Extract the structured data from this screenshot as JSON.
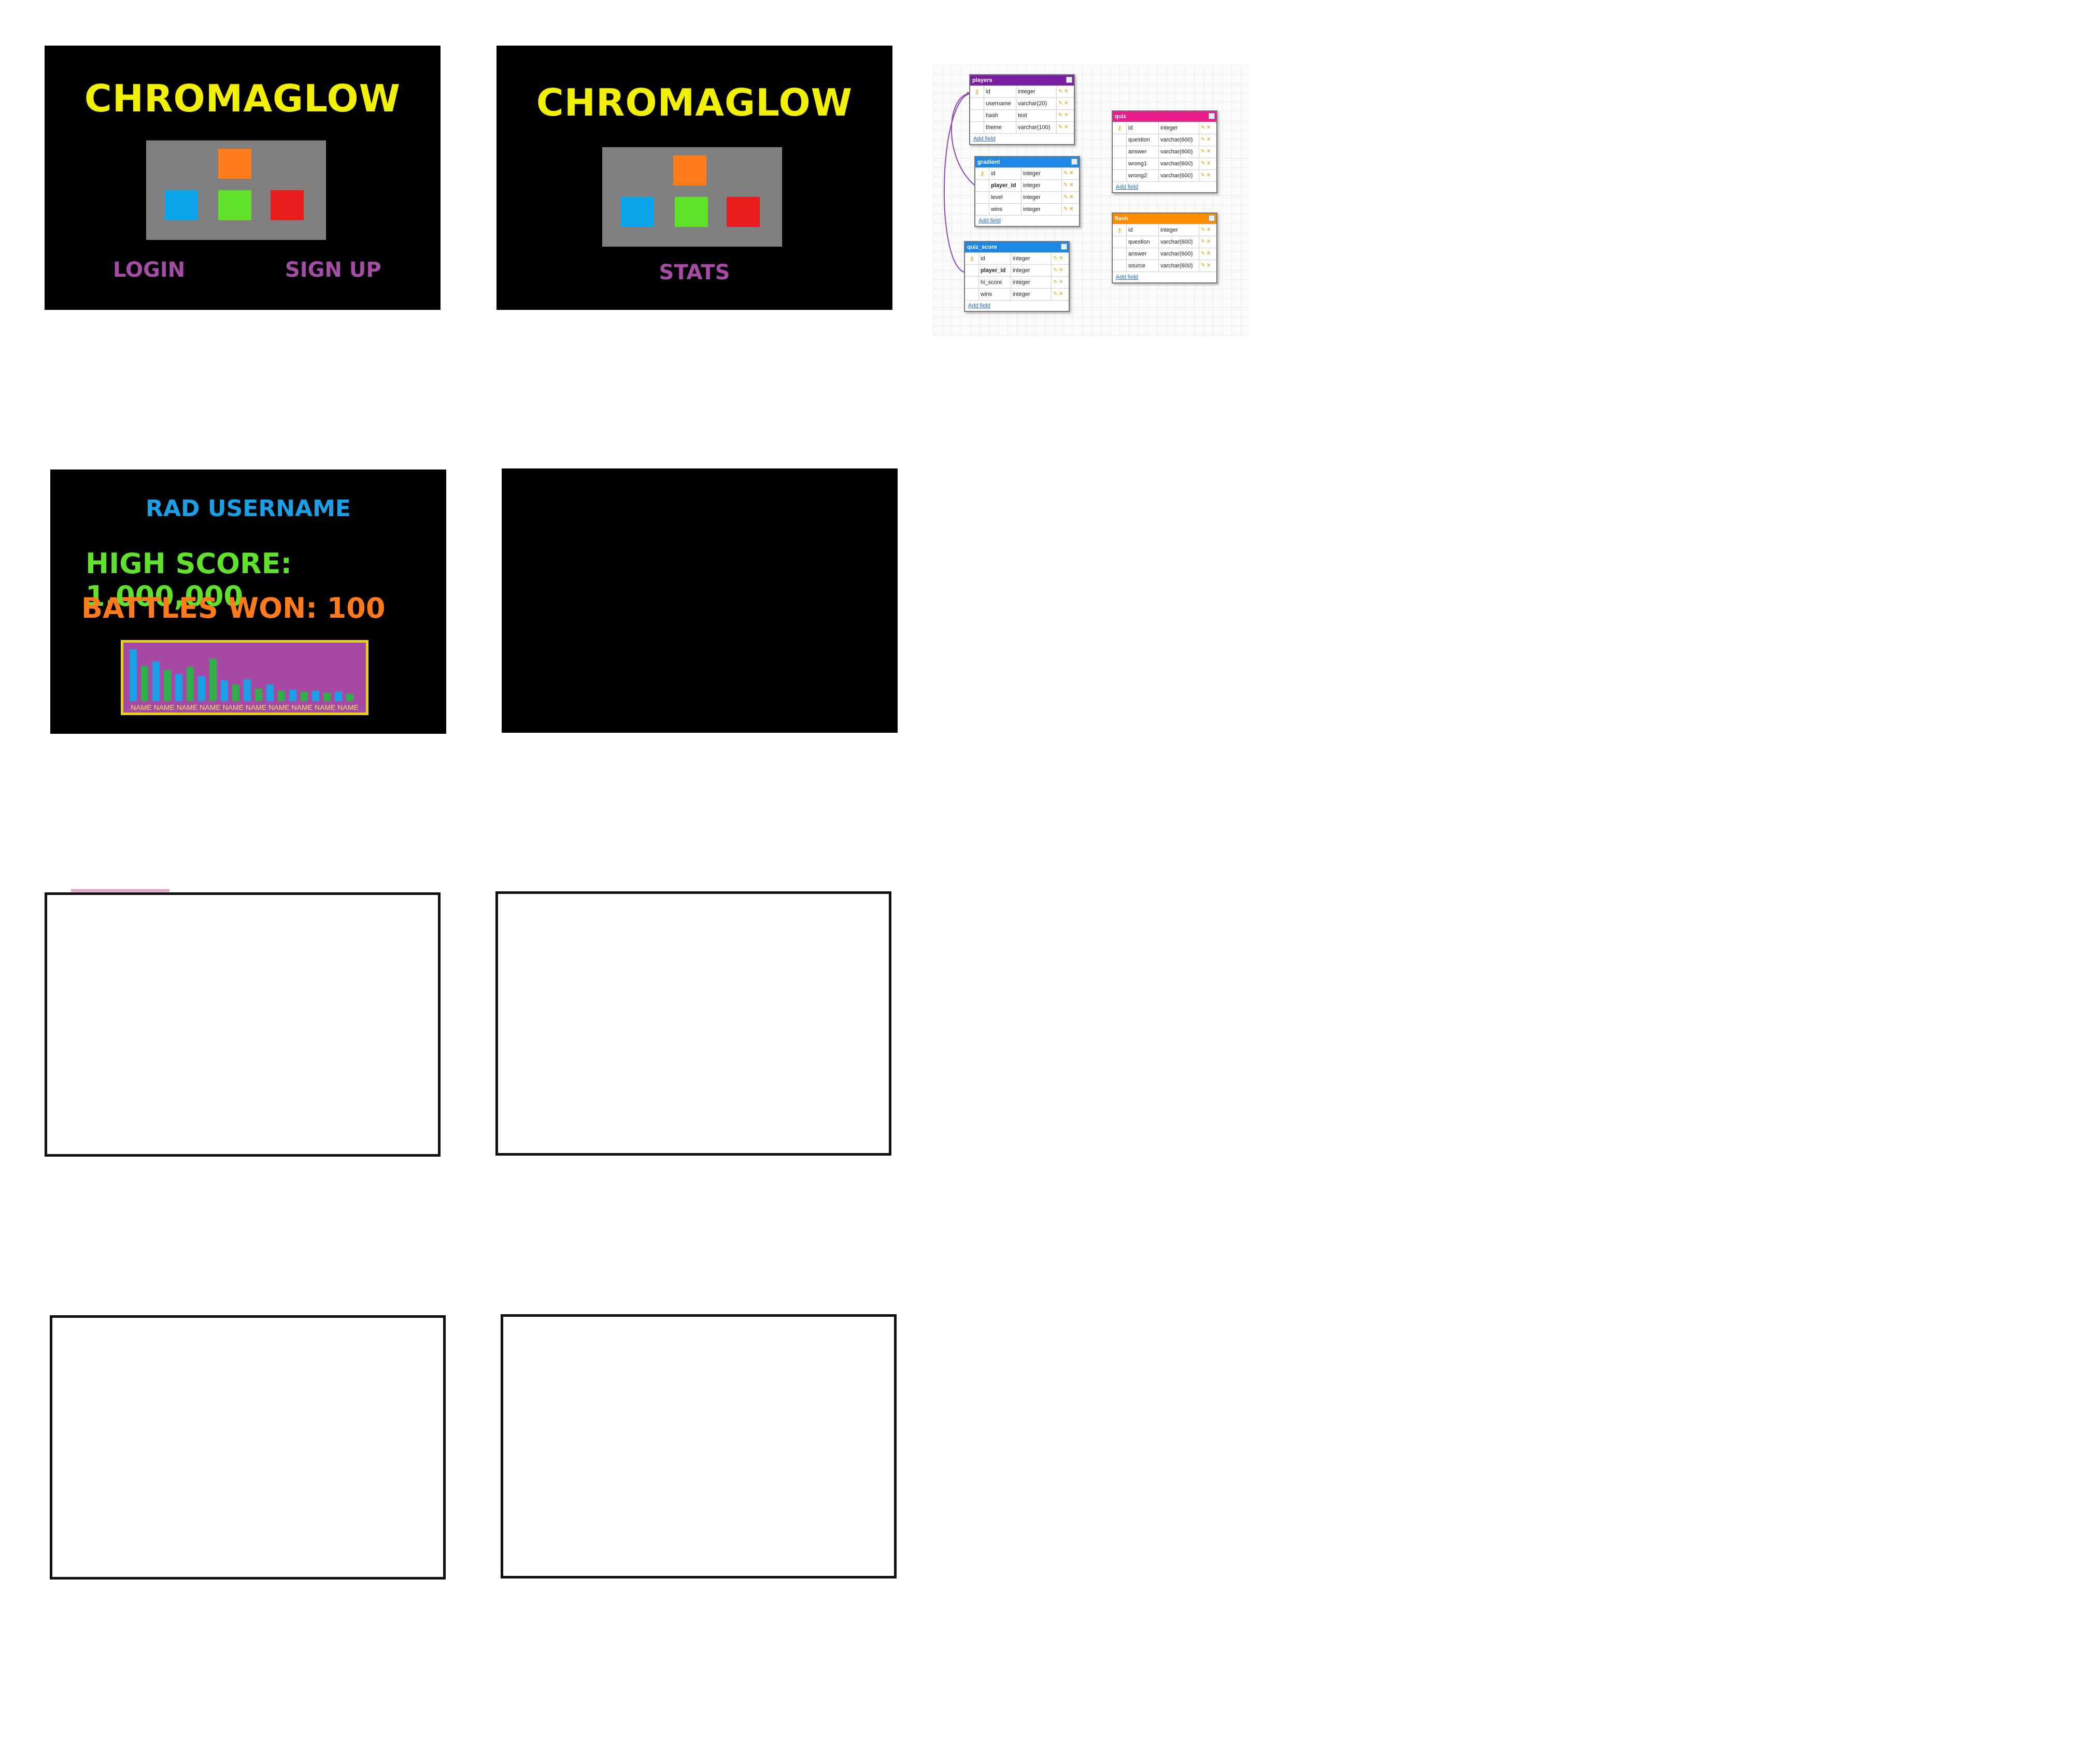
{
  "app": {
    "title": "CHROMAGLOW",
    "buttons": {
      "login": "LOGIN",
      "signup": "SIGN UP",
      "stats": "STATS"
    },
    "colors": {
      "title": "#f0f000",
      "link": "#a64ca6",
      "blue": "#0aa4e8",
      "green": "#5ee22a",
      "orange": "#ff7a1a",
      "red": "#e81c1c"
    }
  },
  "stats_screen": {
    "username": "RAD USERNAME",
    "high_score_label": "HIGH SCORE: 1,000,000",
    "battles_won_label": "BATTLES WON: 100",
    "leaderboard_names": "NAME NAME NAME NAME NAME NAME NAME NAME NAME NAME"
  },
  "erd": {
    "tables": [
      {
        "name": "players",
        "color": "#7b1fa2",
        "fields": [
          {
            "name": "id",
            "type": "integer",
            "pk": true
          },
          {
            "name": "username",
            "type": "varchar(20)"
          },
          {
            "name": "hash",
            "type": "text"
          },
          {
            "name": "theme",
            "type": "varchar(100)"
          }
        ]
      },
      {
        "name": "gradient",
        "color": "#1e88e5",
        "fields": [
          {
            "name": "id",
            "type": "integer",
            "pk": true
          },
          {
            "name": "player_id",
            "type": "integer",
            "fk": true
          },
          {
            "name": "level",
            "type": "integer"
          },
          {
            "name": "wins",
            "type": "integer"
          }
        ]
      },
      {
        "name": "quiz_score",
        "color": "#1e88e5",
        "fields": [
          {
            "name": "id",
            "type": "integer",
            "pk": true
          },
          {
            "name": "player_id",
            "type": "integer",
            "fk": true
          },
          {
            "name": "hi_score",
            "type": "integer"
          },
          {
            "name": "wins",
            "type": "integer"
          }
        ]
      },
      {
        "name": "quiz",
        "color": "#e91e8c",
        "fields": [
          {
            "name": "id",
            "type": "integer",
            "pk": true
          },
          {
            "name": "question",
            "type": "varchar(600)"
          },
          {
            "name": "answer",
            "type": "varchar(600)"
          },
          {
            "name": "wrong1",
            "type": "varchar(600)"
          },
          {
            "name": "wrong2",
            "type": "varchar(600)"
          }
        ]
      },
      {
        "name": "flash",
        "color": "#fb8c00",
        "fields": [
          {
            "name": "id",
            "type": "integer",
            "pk": true
          },
          {
            "name": "question",
            "type": "varchar(600)"
          },
          {
            "name": "answer",
            "type": "varchar(600)"
          },
          {
            "name": "source",
            "type": "varchar(600)"
          }
        ]
      }
    ],
    "add_field_label": "Add field"
  }
}
